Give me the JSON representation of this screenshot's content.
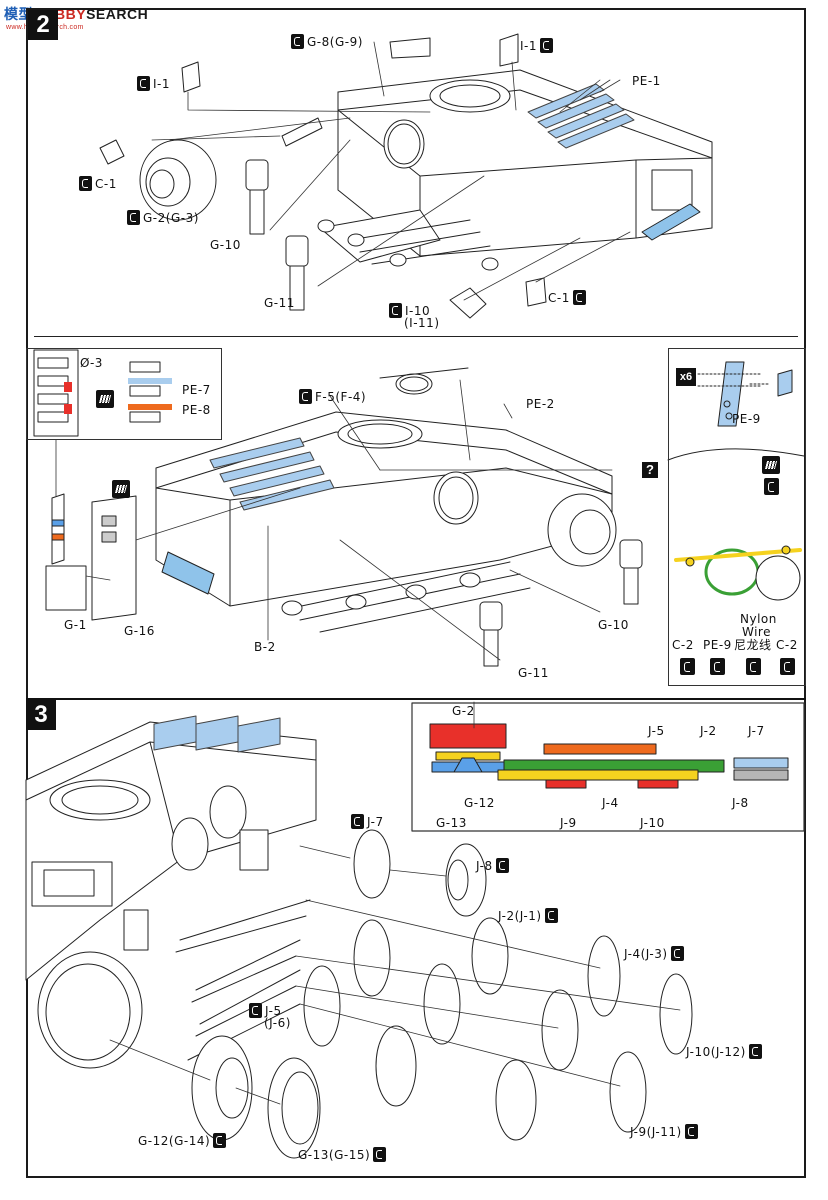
{
  "watermark": {
    "brand_a": "模型",
    "brand_b": "HOBBY",
    "brand_c": "SEARCH",
    "url": "www.hobbysearch.com"
  },
  "steps": {
    "s2": "2",
    "s3": "3"
  },
  "section1": {
    "g8": "G-8(G-9)",
    "i1_top": "I-1",
    "i1_left": "I-1",
    "pe1": "PE-1",
    "c1_left": "C-1",
    "g2": "G-2(G-3)",
    "g10": "G-10",
    "g11": "G-11",
    "i10": "I-10",
    "i11": "(I-11)",
    "c1_right": "C-1"
  },
  "section2": {
    "o3": "Ø-3",
    "pe7": "PE-7",
    "pe8": "PE-8",
    "f5": "F-5(F-4)",
    "pe2": "PE-2",
    "g1": "G-1",
    "g16": "G-16",
    "b2": "B-2",
    "g10": "G-10",
    "g11": "G-11",
    "x6": "x6",
    "pe9": "PE-9",
    "question": "?",
    "c2_left": "C-2",
    "pe9_bottom": "PE-9",
    "nylon1": "Nylon",
    "nylon2": "Wire",
    "nylon3": "尼龙线",
    "c2_right": "C-2"
  },
  "section3": {
    "g2": "G-2",
    "g12_legend": "G-12",
    "g13_legend": "G-13",
    "j5_legend": "J-5",
    "j2_legend": "J-2",
    "j4_legend": "J-4",
    "j9_legend": "J-9",
    "j10_legend": "J-10",
    "j7_legend": "J-7",
    "j8_legend": "J-8",
    "j7": "J-7",
    "j8": "J-8",
    "j2": "J-2(J-1)",
    "j4": "J-4(J-3)",
    "j5": "J-5",
    "j6": "(J-6)",
    "j10": "J-10(J-12)",
    "j9": "J-9(J-11)",
    "g12": "G-12(G-14)",
    "g13": "G-13(G-15)"
  },
  "colors": {
    "red": "#e8302a",
    "yellow": "#f5d21f",
    "blue": "#5aa0e8",
    "green": "#3aa035",
    "orange": "#ee6a1e",
    "light_blue": "#a9cdee",
    "grey": "#b5b5b5",
    "hull_blue": "#8fc3ea"
  }
}
